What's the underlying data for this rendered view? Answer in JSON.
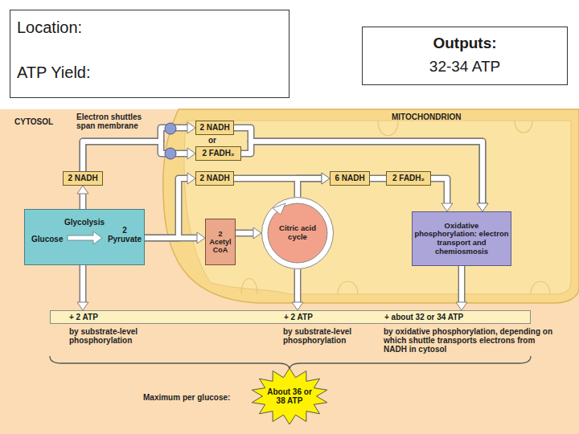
{
  "diagram": {
    "nodes": [
      {
        "text": [
          "Location:",
          "ATP Yield:"
        ]
      },
      {
        "text": [
          "Outputs:",
          "32-34 ATP"
        ]
      },
      {
        "text": [
          "2 NADH"
        ]
      },
      {
        "text": [
          "2 FADH₂"
        ]
      },
      {
        "text": [
          "2 NADH"
        ]
      },
      {
        "text": [
          "2 NADH"
        ]
      },
      {
        "text": [
          "6 NADH"
        ]
      },
      {
        "text": [
          "2 FADH₂"
        ]
      },
      {
        "text": [
          "Glycolysis",
          "Glucose",
          "2 Pyruvate"
        ]
      },
      {
        "text": [
          "2 Acetyl CoA"
        ]
      },
      {
        "text": [
          "Citric acid cycle"
        ]
      },
      {
        "text": [
          "Oxidative phosphorylation: electron transport and chemiosmosis"
        ]
      },
      {
        "text": [
          "+ 2 ATP",
          "+ 2 ATP",
          "+ about 32 or 34 ATP"
        ]
      },
      {
        "text": [
          "About 36 or 38 ATP"
        ]
      }
    ],
    "edges": [
      {
        "from": 8,
        "to": 4,
        "arrow": "to"
      },
      {
        "from": 4,
        "to": 2,
        "arrow": "to"
      },
      {
        "from": 4,
        "to": 3,
        "arrow": "to"
      },
      {
        "from": 2,
        "to": 11,
        "arrow": "to"
      },
      {
        "from": 3,
        "to": 11,
        "arrow": "to"
      },
      {
        "from": 8,
        "to": 9,
        "arrow": "to"
      },
      {
        "from": 8,
        "to": 5,
        "arrow": "to"
      },
      {
        "from": 9,
        "to": 10,
        "arrow": "to"
      },
      {
        "from": 10,
        "to": 6,
        "arrow": "to"
      },
      {
        "from": 5,
        "to": 6,
        "arrow": "to"
      },
      {
        "from": 6,
        "to": 7,
        "arrow": "none"
      },
      {
        "from": 7,
        "to": 11,
        "arrow": "to"
      },
      {
        "from": 8,
        "to": 12,
        "arrow": "to"
      },
      {
        "from": 10,
        "to": 12,
        "arrow": "to"
      },
      {
        "from": 11,
        "to": 12,
        "arrow": "to"
      }
    ],
    "labels": [
      "CYTOSOL",
      "Electron shuttles span membrane",
      "or",
      "MITOCHONDRION",
      "by substrate-level phosphorylation",
      "by substrate-level phosphorylation",
      "by oxidative phosphorylation, depending on which shuttle transports electrons from NADH in cytosol",
      "Maximum per glucose:"
    ]
  }
}
